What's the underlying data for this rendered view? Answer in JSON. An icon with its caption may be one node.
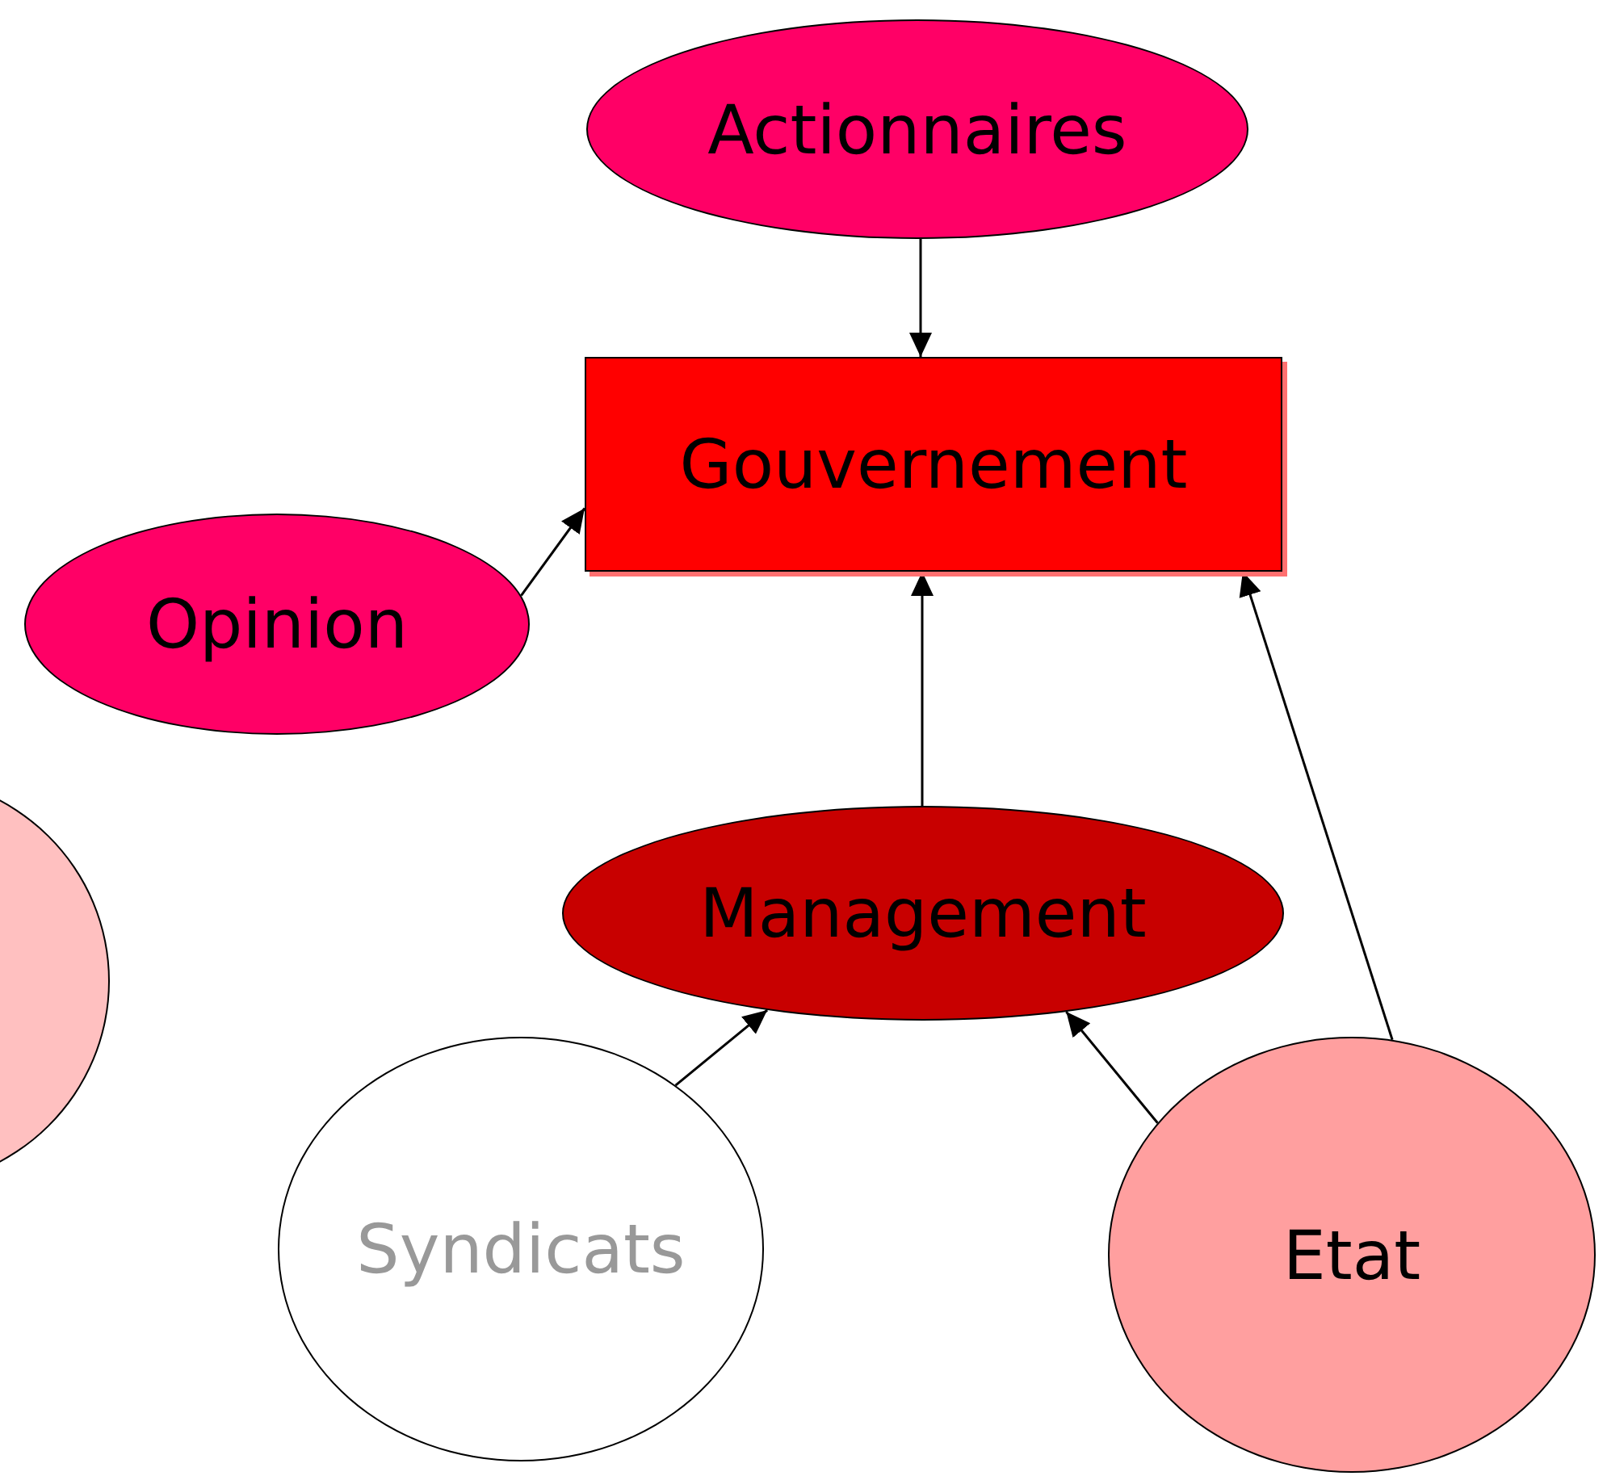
{
  "diagram": {
    "nodes": [
      {
        "text": [
          "Actionnaires"
        ]
      },
      {
        "text": [
          "Gouvernement"
        ]
      },
      {
        "text": [
          "Opinion"
        ]
      },
      {
        "text": [],
        "shape": "circle"
      },
      {
        "text": [
          "Management"
        ]
      },
      {
        "text": [
          "Syndicats"
        ]
      },
      {
        "text": [
          "Etat"
        ]
      }
    ],
    "edges": [
      {
        "from": 0,
        "to": 1,
        "arrow": "to"
      },
      {
        "from": 2,
        "to": 1,
        "arrow": "to"
      },
      {
        "from": 4,
        "to": 1,
        "arrow": "to"
      },
      {
        "from": 5,
        "to": 4,
        "arrow": "to"
      },
      {
        "from": 6,
        "to": 4,
        "arrow": "to"
      },
      {
        "from": 6,
        "to": 1,
        "arrow": "to"
      }
    ]
  }
}
